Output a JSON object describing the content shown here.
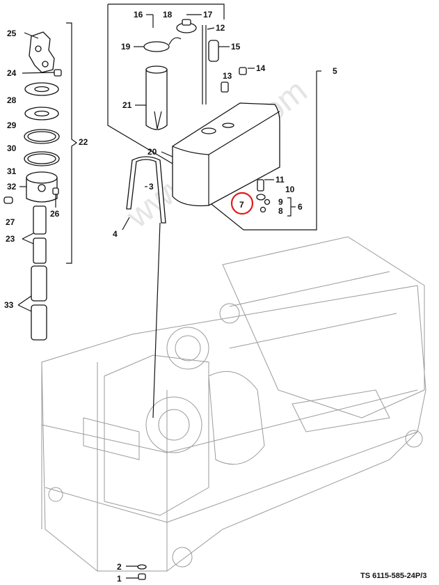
{
  "watermark": "www.tpub.com",
  "figure_id": "TS 6115-585-24P/3",
  "highlight_color": "#e01b1b",
  "callouts": {
    "c1": "1",
    "c2": "2",
    "c3": "3",
    "c4": "4",
    "c5": "5",
    "c6": "6",
    "c7": "7",
    "c8": "8",
    "c9": "9",
    "c10": "10",
    "c11": "11",
    "c12": "12",
    "c13": "13",
    "c14": "14",
    "c15": "15",
    "c16": "16",
    "c17": "17",
    "c18": "18",
    "c19": "19",
    "c20": "20",
    "c21": "21",
    "c22": "22",
    "c23": "23",
    "c24": "24",
    "c25": "25",
    "c26": "26",
    "c27": "27",
    "c28": "28",
    "c29": "29",
    "c30": "30",
    "c31": "31",
    "c32": "32",
    "c33": "33"
  }
}
